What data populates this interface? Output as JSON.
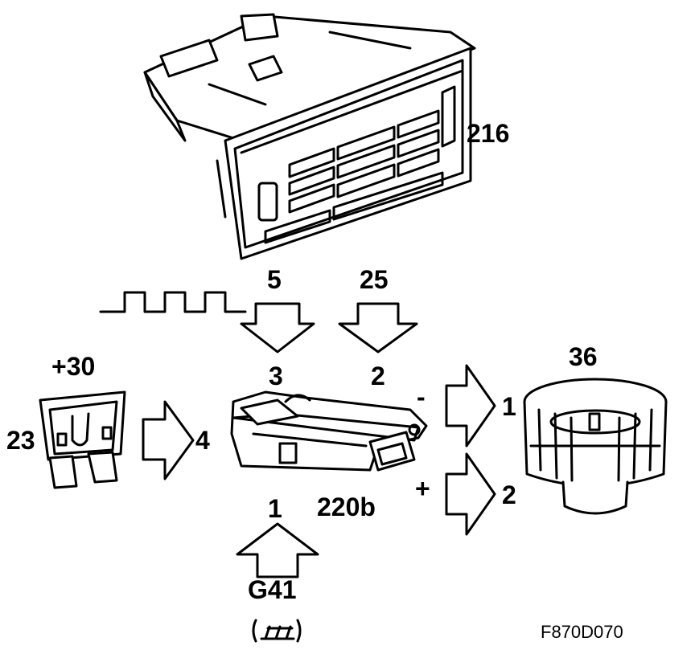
{
  "components": {
    "control_panel": "216",
    "fuse": "23",
    "fuse_supply": "+30",
    "fan_control_module": "220b",
    "fan_motor": "36",
    "ground": "G41"
  },
  "pins": {
    "pwm_input_top": "5",
    "input_top_right": "25",
    "module_pin_3": "3",
    "module_pin_2": "2",
    "module_pin_4": "4",
    "module_pin_1": "1",
    "motor_pin_1": "1",
    "motor_pin_2": "2"
  },
  "polarity": {
    "minus": "-",
    "plus": "+"
  },
  "ground_symbol_text": "( )",
  "reference": "F870D070"
}
